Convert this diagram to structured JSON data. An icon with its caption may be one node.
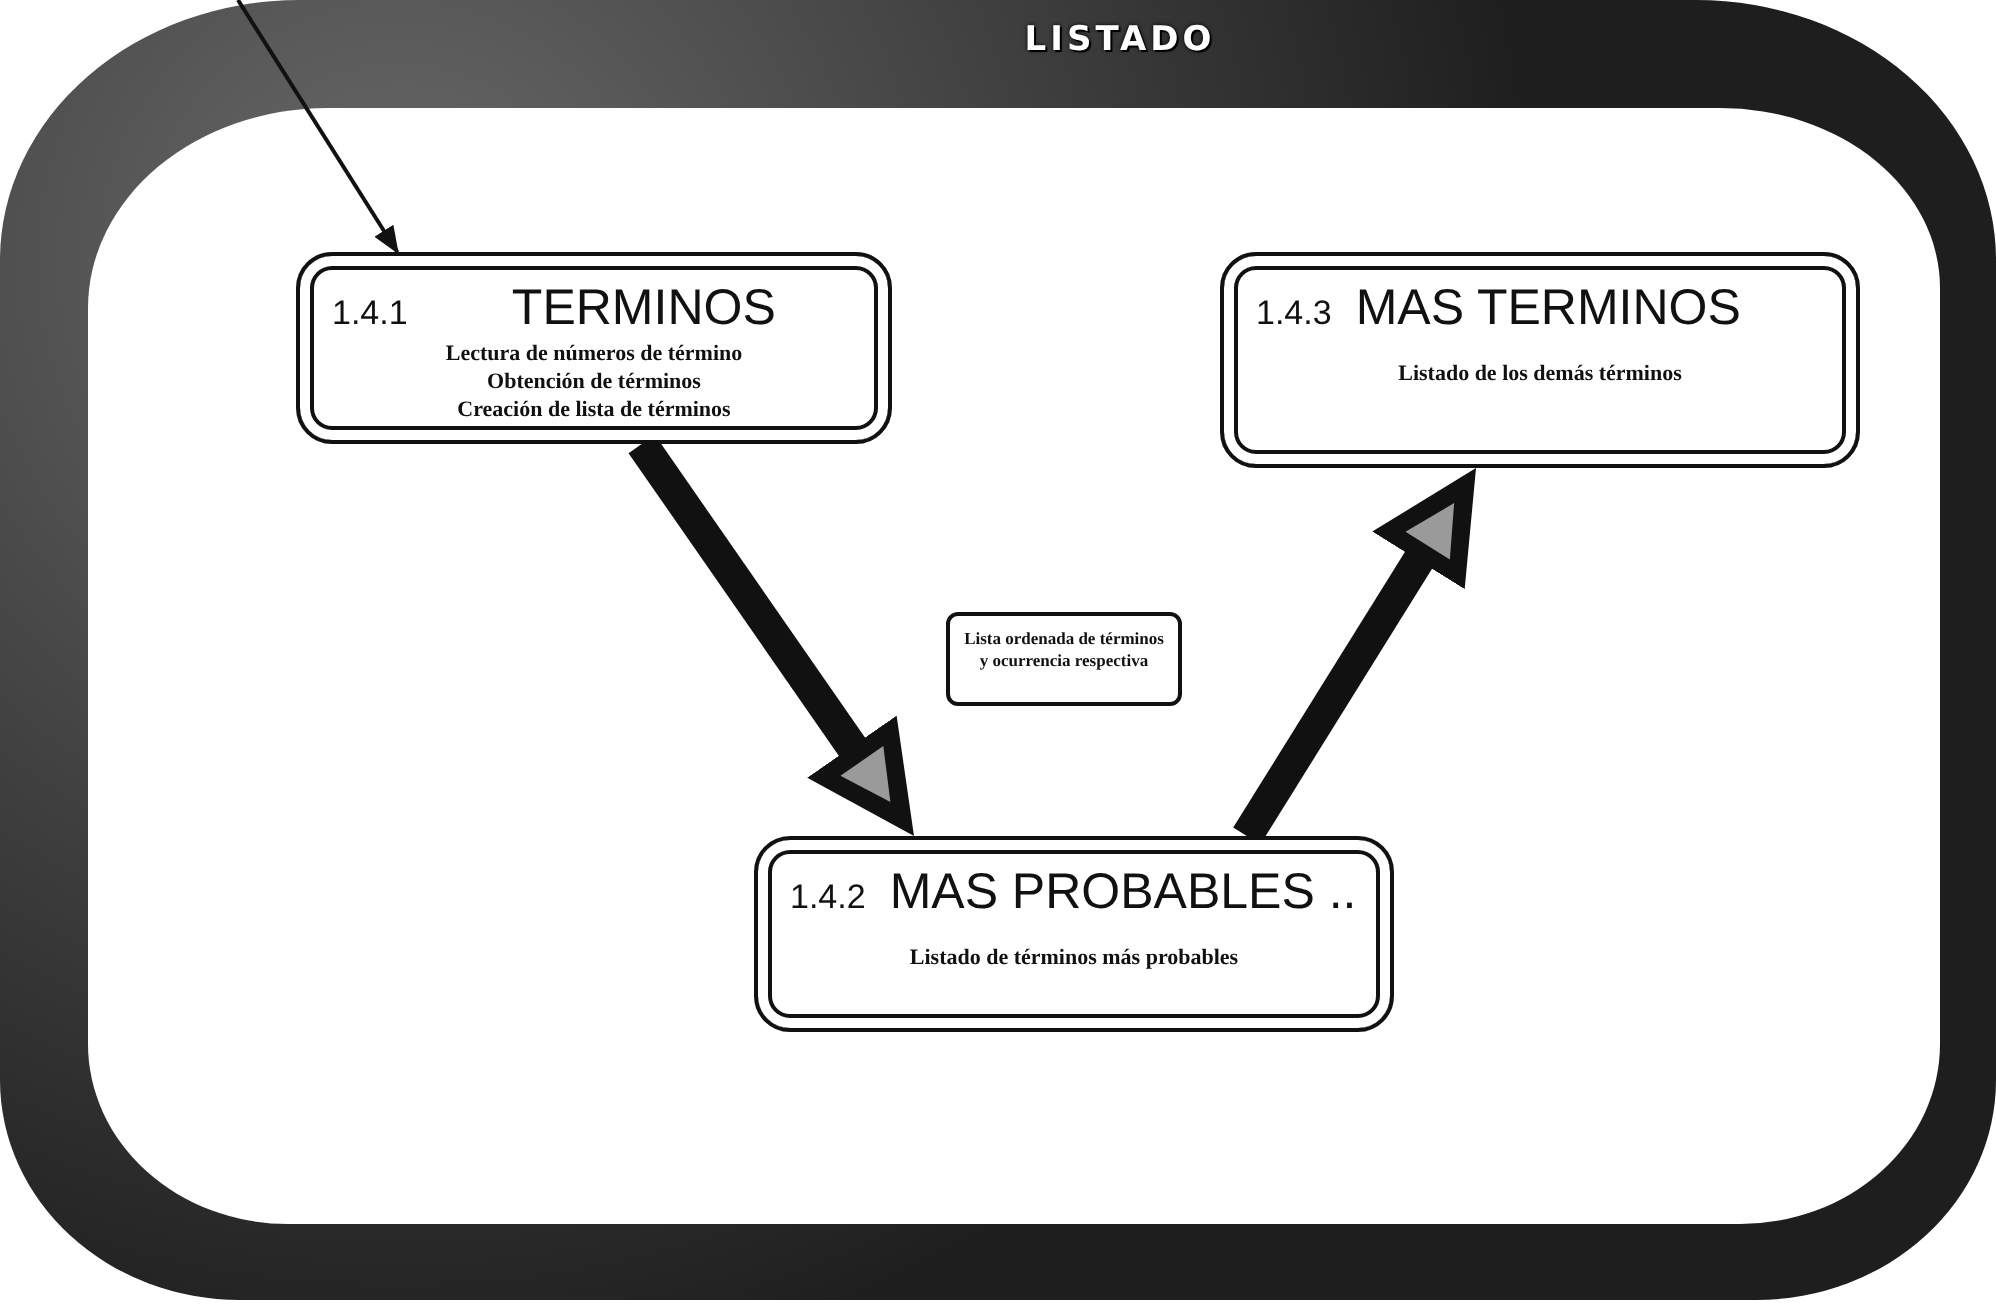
{
  "diagram": {
    "nodes": [
      {
        "text": [
          "LISTADO"
        ]
      },
      {
        "text": [
          "1.4.1",
          "TERMINOS",
          "Lectura de números de término",
          "Obtención de términos",
          "Creación de lista de términos"
        ],
        "in": 0
      },
      {
        "text": [
          "1.4.3",
          "MAS TERMINOS",
          "Listado de los demás términos"
        ],
        "in": 0
      },
      {
        "text": [
          "Lista ordenada de términos y ocurrencia respectiva"
        ],
        "in": 0
      },
      {
        "text": [
          "1.4.2",
          "MAS PROBABLES ..",
          "Listado de términos más probables"
        ],
        "in": 0
      }
    ],
    "edges": [
      {
        "from": 1,
        "to": 4,
        "arrow": "to"
      },
      {
        "from": 4,
        "to": 2,
        "arrow": "to"
      },
      {
        "from": null,
        "to": 1,
        "arrow": "to"
      }
    ]
  }
}
